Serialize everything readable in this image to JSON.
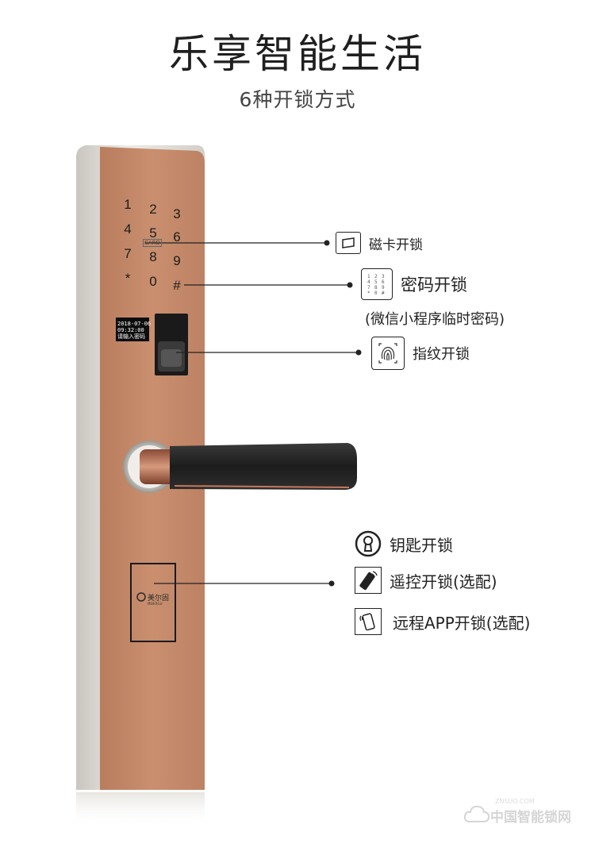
{
  "header": {
    "title": "乐享智能生活",
    "subtitle": "6种开锁方式"
  },
  "keypad": {
    "keys": [
      "1",
      "2",
      "3",
      "4",
      "5",
      "6",
      "7",
      "8",
      "9",
      "*",
      "0",
      "#"
    ],
    "card_tag": "CARD"
  },
  "screen": {
    "date": "2018-07-06",
    "time": "09:32:00",
    "prompt": "请输入密码"
  },
  "brand": {
    "name": "美尔固",
    "sub": "MEIERGU"
  },
  "features": {
    "card": "磁卡开锁",
    "password": "密码开锁",
    "password_note": "(微信小程序临时密码)",
    "fingerprint": "指纹开锁",
    "key": "钥匙开锁",
    "remote": "遥控开锁(选配)",
    "app": "远程APP开锁(选配)"
  },
  "watermark": {
    "text": "中国智能锁网",
    "small": "ZNSUO.COM"
  },
  "icons": {
    "card": "card-icon",
    "password": "keypad-icon",
    "fingerprint": "fingerprint-icon",
    "key": "keyhole-icon",
    "remote": "remote-control-icon",
    "app": "phone-icon"
  },
  "colors": {
    "panel": "#c48a6a",
    "frame": "#dcd8d2",
    "handle": "#2a2a2a"
  }
}
